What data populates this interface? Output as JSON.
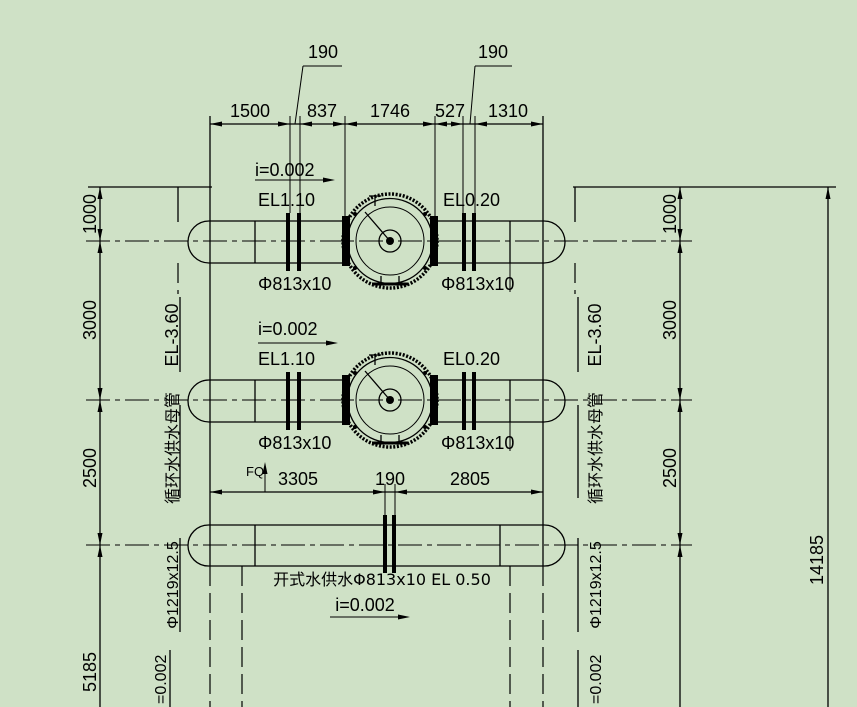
{
  "colors": {
    "background": "#cfe1c6",
    "line": "#000000"
  },
  "leaders": {
    "left_190": "190",
    "right_190": "190"
  },
  "top_dims": {
    "d1": "1500",
    "d2": "837",
    "d3": "1746",
    "d4": "527",
    "d5": "1310"
  },
  "row1": {
    "slope": "i=0.002",
    "el_left": "EL1.10",
    "el_right": "EL0.20",
    "pipe_left": "Φ813x10",
    "pipe_right": "Φ813x10"
  },
  "row2": {
    "slope": "i=0.002",
    "el_left": "EL1.10",
    "el_right": "EL0.20",
    "pipe_left": "Φ813x10",
    "pipe_right": "Φ813x10"
  },
  "row3": {
    "fq": "FQ",
    "dim_left": "3305",
    "dim_mid": "190",
    "dim_right": "2805",
    "label": "开式水供水Φ813x10 EL 0.50",
    "slope": "i=0.002"
  },
  "left_dims": {
    "d1": "1000",
    "d2": "3000",
    "d3": "2500",
    "d4": "5185"
  },
  "right_dims": {
    "d1": "1000",
    "d2": "3000",
    "d3": "2500",
    "total": "14185"
  },
  "header_left": {
    "elevation": "EL-3.60",
    "name": "循环水供水母管",
    "size": "Φ1219x12.5",
    "slope": "=0.002"
  },
  "header_right": {
    "elevation": "EL-3.60",
    "name": "循环水供水母管",
    "size": "Φ1219x12.5",
    "slope": "=0.002"
  }
}
